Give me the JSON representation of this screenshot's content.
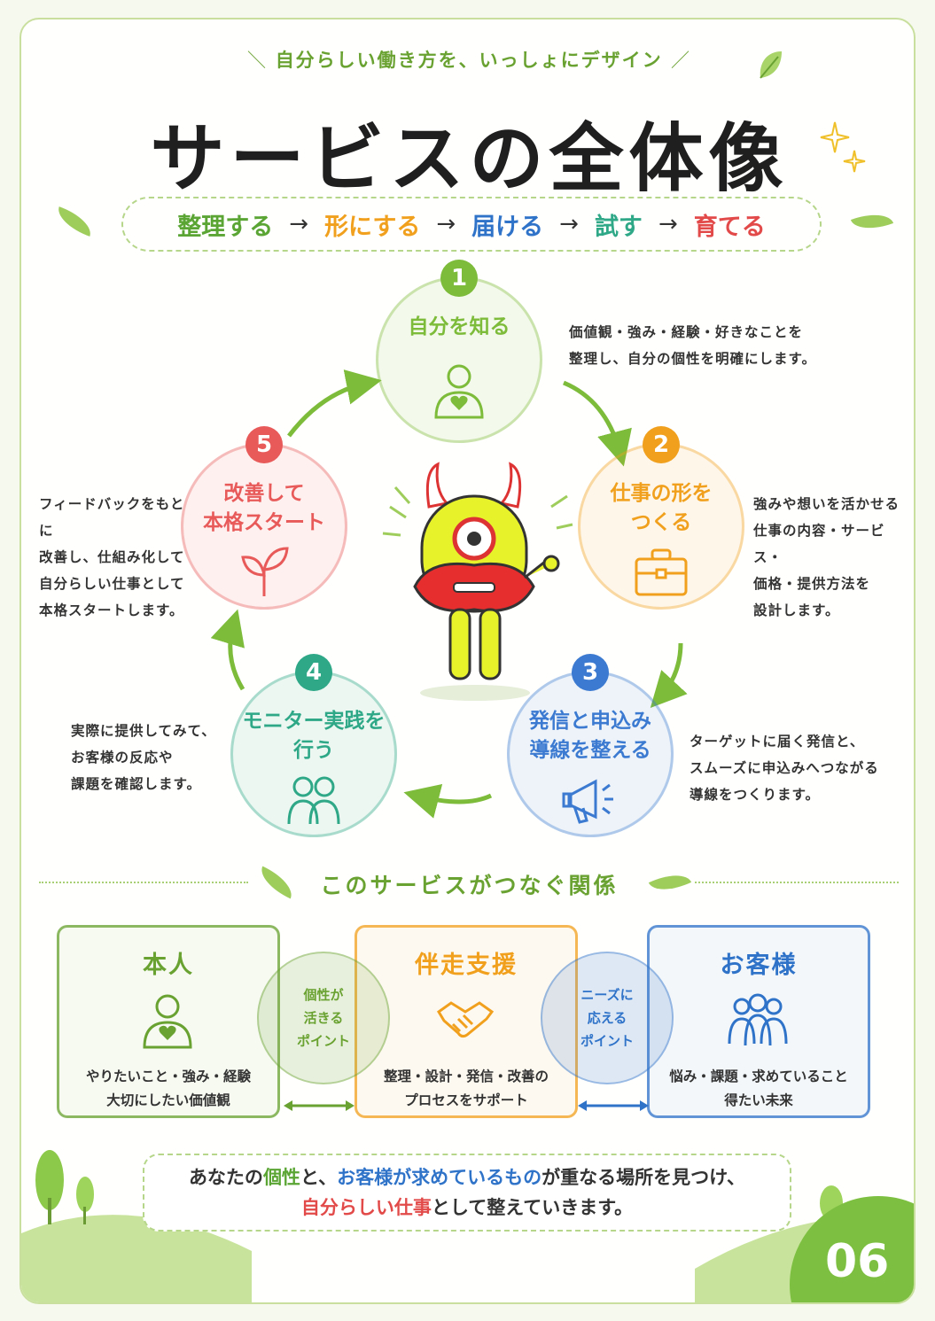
{
  "header": {
    "subtitle": "自分らしい働き方を、いっしょにデザイン",
    "title": "サービスの全体像"
  },
  "flow": {
    "steps": [
      {
        "label": "整理する",
        "color": "#5aa534"
      },
      {
        "label": "形にする",
        "color": "#f0a01d"
      },
      {
        "label": "届ける",
        "color": "#2f73c9"
      },
      {
        "label": "試す",
        "color": "#2ea887"
      },
      {
        "label": "育てる",
        "color": "#e24a4a"
      }
    ],
    "arrow": "→"
  },
  "cycle": [
    {
      "num": "1",
      "title_lines": [
        "自分を知る"
      ],
      "color": "#7dbb3a",
      "icon": "person-heart-icon",
      "desc": [
        "価値観・強み・経験・好きなことを",
        "整理し、自分の個性を明確にします。"
      ]
    },
    {
      "num": "2",
      "title_lines": [
        "仕事の形を",
        "つくる"
      ],
      "color": "#f0a01d",
      "icon": "briefcase-icon",
      "desc": [
        "強みや想いを活かせる",
        "仕事の内容・サービス・",
        "価格・提供方法を",
        "設計します。"
      ]
    },
    {
      "num": "3",
      "title_lines": [
        "発信と申込み",
        "導線を整える"
      ],
      "color": "#3b7ad0",
      "icon": "megaphone-icon",
      "desc": [
        "ターゲットに届く発信と、",
        "スムーズに申込みへつながる",
        "導線をつくります。"
      ]
    },
    {
      "num": "4",
      "title_lines": [
        "モニター実践を",
        "行う"
      ],
      "color": "#2ea887",
      "icon": "people-icon",
      "desc": [
        "実際に提供してみて、",
        "お客様の反応や",
        "課題を確認します。"
      ]
    },
    {
      "num": "5",
      "title_lines": [
        "改善して",
        "本格スタート"
      ],
      "color": "#e85a5a",
      "icon": "sprout-icon",
      "desc": [
        "フィードバックをもとに",
        "改善し、仕組み化して",
        "自分らしい仕事として",
        "本格スタートします。"
      ]
    }
  ],
  "relations": {
    "heading": "このサービスがつなぐ関係",
    "boxes": [
      {
        "title": "本人",
        "lines": [
          "やりたいこと・強み・経験",
          "大切にしたい価値観"
        ],
        "color": "#6aa232",
        "icon": "person-heart-icon"
      },
      {
        "title": "伴走支援",
        "lines": [
          "整理・設計・発信・改善の",
          "プロセスをサポート"
        ],
        "color": "#f0a01d",
        "icon": "handshake-icon"
      },
      {
        "title": "お客様",
        "lines": [
          "悩み・課題・求めていること",
          "得たい未来"
        ],
        "color": "#2f73c9",
        "icon": "group-icon"
      }
    ],
    "bubbles": [
      {
        "lines": [
          "個性が",
          "活きる",
          "ポイント"
        ],
        "color": "#6aa232"
      },
      {
        "lines": [
          "ニーズに",
          "応える",
          "ポイント"
        ],
        "color": "#2f73c9"
      }
    ]
  },
  "message": {
    "line1": [
      {
        "text": "あなたの",
        "style": "plain"
      },
      {
        "text": "個性",
        "style": "green"
      },
      {
        "text": "と、",
        "style": "plain"
      },
      {
        "text": "お客様が求めているもの",
        "style": "blue"
      },
      {
        "text": "が重なる場所を見つけ、",
        "style": "plain"
      }
    ],
    "line2": [
      {
        "text": "自分らしい仕事",
        "style": "red"
      },
      {
        "text": "として整えていきます。",
        "style": "plain"
      }
    ]
  },
  "page_number": "06"
}
